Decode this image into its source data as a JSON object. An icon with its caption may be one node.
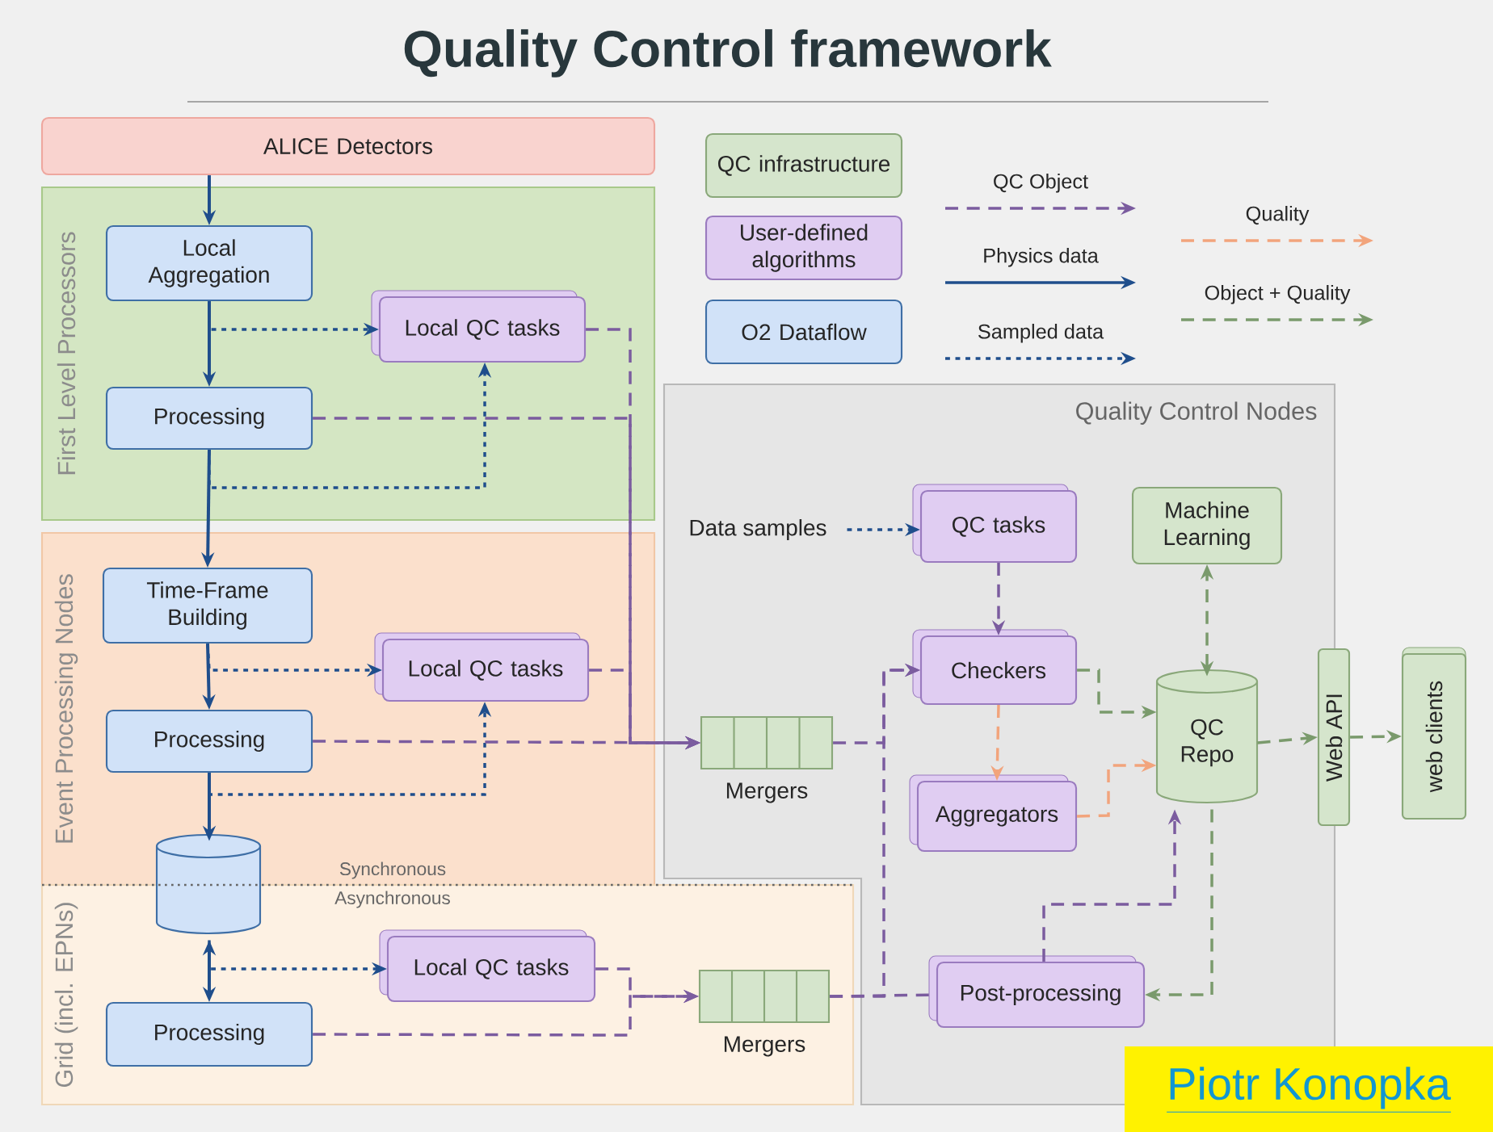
{
  "diagram": {
    "title": "Quality Control framework",
    "nodes": [
      {
        "text": [
          "ALICE Detectors"
        ]
      },
      {
        "text": [
          "First Level Processors"
        ]
      },
      {
        "text": [
          "Local Aggregation"
        ],
        "in": 1
      },
      {
        "text": [
          "Local QC tasks"
        ],
        "in": 1
      },
      {
        "text": [
          "Processing"
        ],
        "in": 1
      },
      {
        "text": [
          "Event Processing Nodes"
        ]
      },
      {
        "text": [
          "Time-Frame Building"
        ],
        "in": 5
      },
      {
        "text": [
          "Local QC tasks"
        ],
        "in": 5
      },
      {
        "text": [
          "Processing"
        ],
        "in": 5
      },
      {
        "text": [],
        "shape": "cylinder"
      },
      {
        "text": [
          "Grid (incl. EPNs)"
        ]
      },
      {
        "text": [
          "Local QC tasks"
        ],
        "in": 10
      },
      {
        "text": [
          "Processing"
        ],
        "in": 10
      },
      {
        "text": [
          "Quality Control Nodes"
        ]
      },
      {
        "text": [
          "Data samples"
        ],
        "in": 13
      },
      {
        "text": [
          "QC tasks"
        ],
        "in": 13
      },
      {
        "text": [
          "Machine Learning"
        ],
        "in": 13
      },
      {
        "text": [
          "Checkers"
        ],
        "in": 13
      },
      {
        "text": [
          "Mergers"
        ],
        "in": 13
      },
      {
        "text": [
          "QC Repo"
        ],
        "in": 13
      },
      {
        "text": [
          "Aggregators"
        ],
        "in": 13
      },
      {
        "text": [
          "Web API"
        ]
      },
      {
        "text": [
          "web clients"
        ]
      },
      {
        "text": [
          "Post-processing"
        ],
        "in": 13
      },
      {
        "text": [
          "Mergers"
        ],
        "in": 10
      }
    ],
    "edges": [
      {
        "from": 0,
        "to": 2,
        "arrow": "to",
        "color": "#1f4e8c"
      },
      {
        "from": 2,
        "to": 4,
        "arrow": "to",
        "color": "#1f4e8c"
      },
      {
        "from": 2,
        "to": 3,
        "arrow": "to",
        "style": "dashed",
        "color": "#1f4e8c"
      },
      {
        "from": 4,
        "to": 3,
        "arrow": "to",
        "style": "dashed",
        "color": "#1f4e8c"
      },
      {
        "from": 4,
        "to": 6,
        "arrow": "to",
        "color": "#1f4e8c"
      },
      {
        "from": 6,
        "to": 7,
        "arrow": "to",
        "style": "dashed",
        "color": "#1f4e8c"
      },
      {
        "from": 6,
        "to": 8,
        "arrow": "to",
        "color": "#1f4e8c"
      },
      {
        "from": 8,
        "to": 7,
        "arrow": "to",
        "style": "dashed",
        "color": "#1f4e8c"
      },
      {
        "from": 8,
        "to": 9,
        "arrow": "to",
        "color": "#1f4e8c"
      },
      {
        "from": 9,
        "to": 12,
        "arrow": "both",
        "color": "#1f4e8c"
      },
      {
        "from": 9,
        "to": 11,
        "arrow": "to",
        "style": "dashed",
        "color": "#1f4e8c"
      },
      {
        "from": 3,
        "to": 18,
        "arrow": "to",
        "style": "dashed",
        "color": "#7b5c9f"
      },
      {
        "from": 4,
        "to": 18,
        "arrow": "to",
        "style": "dashed",
        "color": "#7b5c9f"
      },
      {
        "from": 7,
        "to": 18,
        "arrow": "to",
        "style": "dashed",
        "color": "#7b5c9f"
      },
      {
        "from": 8,
        "to": 18,
        "arrow": "to",
        "style": "dashed",
        "color": "#7b5c9f"
      },
      {
        "from": 11,
        "to": 24,
        "arrow": "to",
        "style": "dashed",
        "color": "#7b5c9f"
      },
      {
        "from": 12,
        "to": 24,
        "arrow": "to",
        "style": "dashed",
        "color": "#7b5c9f"
      },
      {
        "from": 18,
        "to": 17,
        "arrow": "to",
        "style": "dashed",
        "color": "#7b5c9f"
      },
      {
        "from": 24,
        "to": 17,
        "arrow": "to",
        "style": "dashed",
        "color": "#7b5c9f"
      },
      {
        "from": 24,
        "to": 23,
        "arrow": "none",
        "style": "dashed",
        "color": "#7b5c9f"
      },
      {
        "from": 14,
        "to": 15,
        "arrow": "to",
        "style": "dashed",
        "color": "#1f4e8c"
      },
      {
        "from": 15,
        "to": 17,
        "arrow": "to",
        "style": "dashed",
        "color": "#7b5c9f"
      },
      {
        "from": 17,
        "to": 20,
        "arrow": "to",
        "style": "dashed",
        "color": "#f2a47c"
      },
      {
        "from": 20,
        "to": 19,
        "arrow": "to",
        "style": "dashed",
        "color": "#f2a47c"
      },
      {
        "from": 17,
        "to": 19,
        "arrow": "to",
        "style": "dashed",
        "color": "#7a9a6c"
      },
      {
        "from": 19,
        "to": 16,
        "arrow": "both",
        "style": "dashed",
        "color": "#7a9a6c"
      },
      {
        "from": 19,
        "to": 21,
        "arrow": "to",
        "style": "dashed",
        "color": "#7a9a6c"
      },
      {
        "from": 21,
        "to": 22,
        "arrow": "to",
        "style": "dashed",
        "color": "#7a9a6c"
      },
      {
        "from": 19,
        "to": 23,
        "arrow": "to",
        "style": "dashed",
        "color": "#7a9a6c"
      },
      {
        "from": 23,
        "to": 19,
        "arrow": "to",
        "style": "dashed",
        "color": "#7b5c9f"
      }
    ],
    "labels": [
      "Synchronous",
      "Asynchronous",
      "Piotr Konopka"
    ],
    "legend": [
      {
        "text": "QC infrastructure",
        "color": "#d5e5cc"
      },
      {
        "text": "User-defined algorithms",
        "color": "#e0cdf2"
      },
      {
        "text": "O2 Dataflow",
        "color": "#d1e2f8"
      },
      {
        "text": "QC Object"
      },
      {
        "text": "Physics data"
      },
      {
        "text": "Sampled data"
      },
      {
        "text": "Quality"
      },
      {
        "text": "Object + Quality"
      }
    ]
  }
}
